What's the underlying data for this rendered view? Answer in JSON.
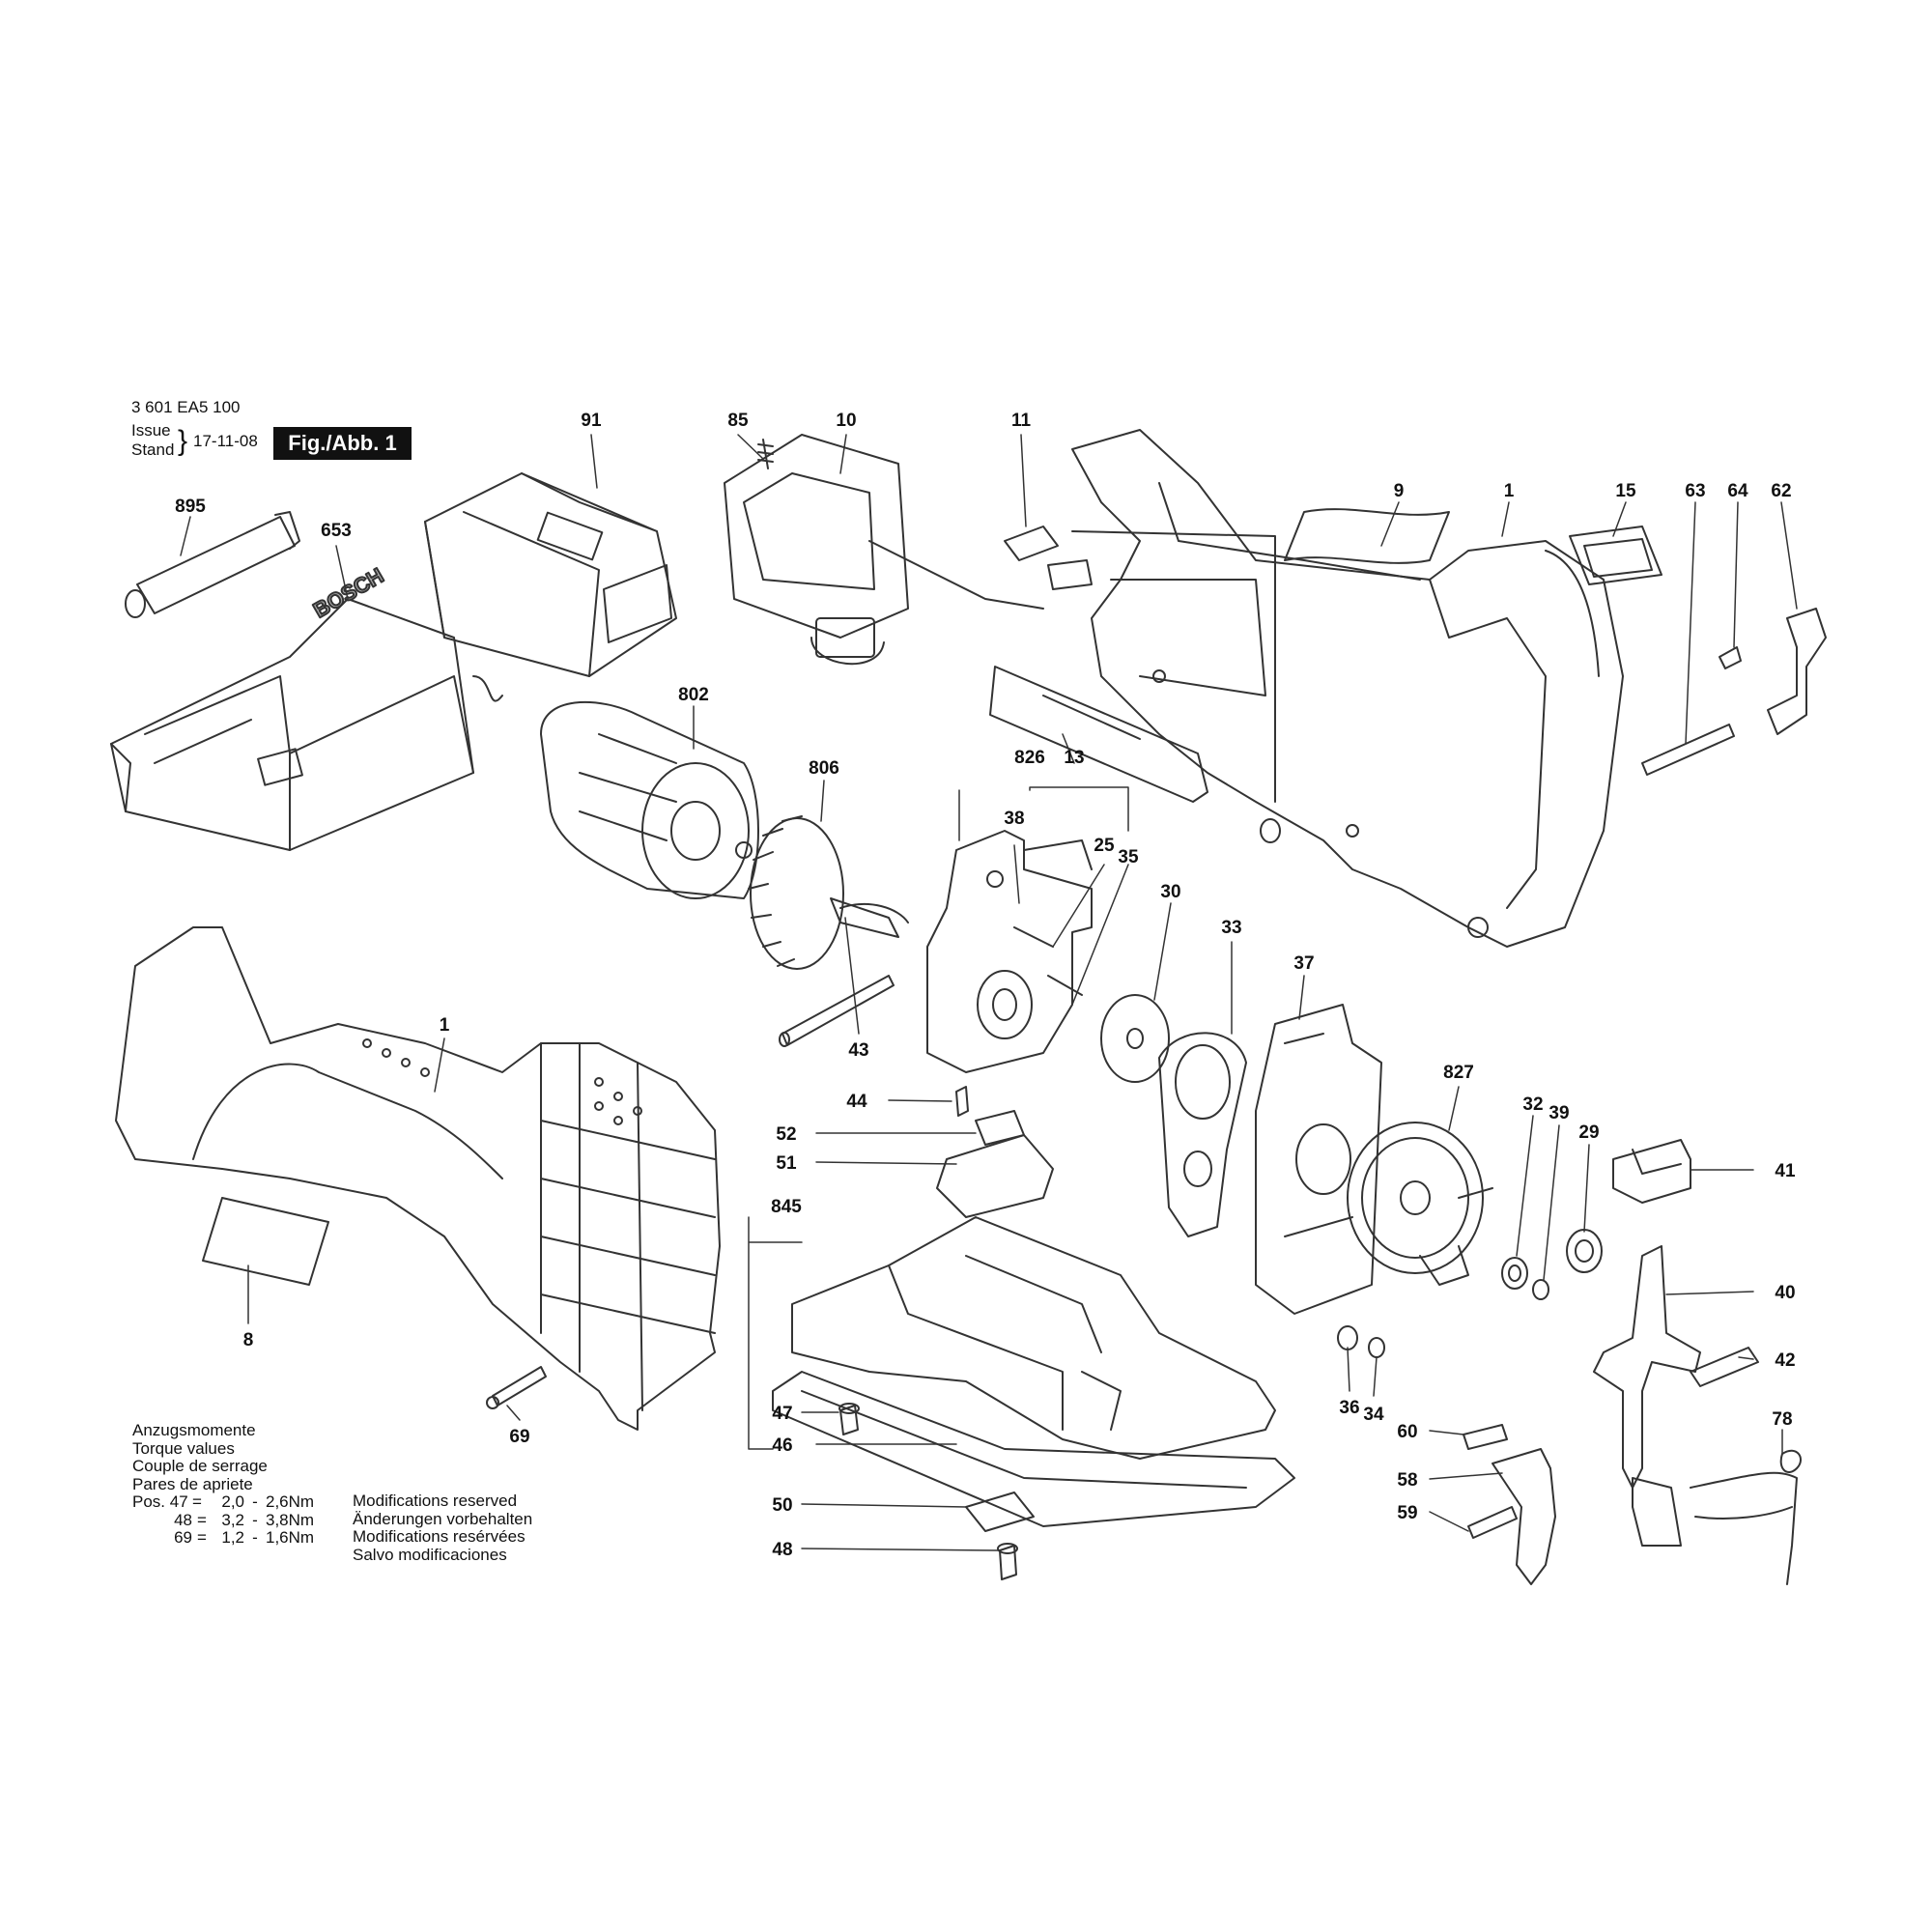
{
  "header": {
    "doc_number": "3 601 EA5 100",
    "issue_label": "Issue",
    "stand_label": "Stand",
    "date": "17-11-08",
    "figure_label": "Fig./Abb. 1"
  },
  "torque": {
    "titles": [
      "Anzugsmomente",
      "Torque values",
      "Couple de serrage",
      "Pares de apriete"
    ],
    "rows": [
      {
        "pos": "Pos. 47",
        "eq": "=",
        "min": "2,0",
        "dash": "-",
        "max": "2,6Nm"
      },
      {
        "pos": "48",
        "eq": "=",
        "min": "3,2",
        "dash": "-",
        "max": "3,8Nm"
      },
      {
        "pos": "69",
        "eq": "=",
        "min": "1,2",
        "dash": "-",
        "max": "1,6Nm"
      }
    ]
  },
  "modifications": [
    "Modifications reserved",
    "Änderungen vorbehalten",
    "Modifications resérvées",
    "Salvo modificaciones"
  ],
  "parts": [
    "895",
    "653",
    "91",
    "85",
    "10",
    "11",
    "9",
    "1",
    "15",
    "63",
    "64",
    "62",
    "802",
    "806",
    "826",
    "13",
    "38",
    "25",
    "35",
    "30",
    "33",
    "37",
    "43",
    "1",
    "827",
    "32",
    "39",
    "29",
    "41",
    "44",
    "52",
    "51",
    "845",
    "40",
    "8",
    "36",
    "34",
    "42",
    "69",
    "47",
    "46",
    "78",
    "60",
    "58",
    "50",
    "59",
    "48"
  ],
  "charger_brand": "BOSCH",
  "colors": {
    "ink": "#111111",
    "line": "#333333",
    "background": "#ffffff"
  }
}
